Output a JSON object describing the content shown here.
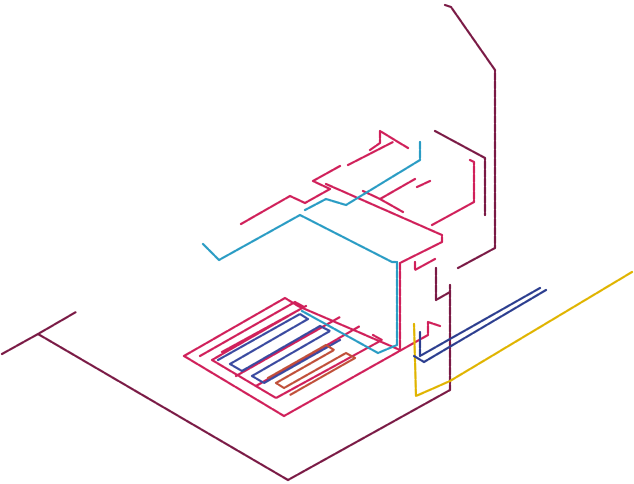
{
  "diagram": {
    "type": "isometric-piping-schematic",
    "colors": {
      "background": "#ffffff",
      "main_pipe": "#7a1a45",
      "supply_pipe": "#d0205a",
      "cold_pipe": "#2a9cc4",
      "loop_inner": "#3a4aa0",
      "loop_core": "#c0503a",
      "gas_pipe": "#e0b400",
      "return_pipe": "#2c3e8f"
    },
    "pipes": [
      {
        "id": "main-pipe",
        "color_key": "main_pipe"
      },
      {
        "id": "supply-pipe",
        "color_key": "supply_pipe"
      },
      {
        "id": "cold-water-pipe",
        "color_key": "cold_pipe"
      },
      {
        "id": "floor-loop-inner",
        "color_key": "loop_inner"
      },
      {
        "id": "floor-loop-core",
        "color_key": "loop_core"
      },
      {
        "id": "gas-pipe",
        "color_key": "gas_pipe"
      },
      {
        "id": "return-pipe",
        "color_key": "return_pipe"
      }
    ]
  }
}
